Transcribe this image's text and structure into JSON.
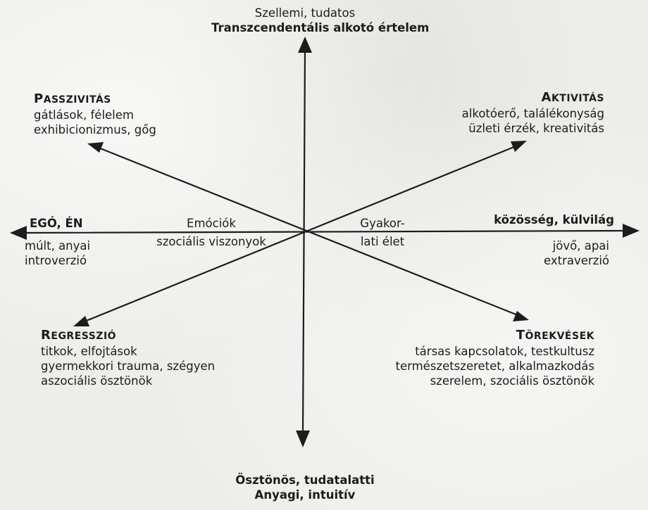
{
  "top": {
    "line1": "Szellemi, tudatos",
    "line2": "Transzcendentális alkotó értelem"
  },
  "bottom": {
    "line1": "Ösztönös, tudatalatti",
    "line2": "Anyagi, intuitív"
  },
  "left": {
    "title": "EGÓ, ÉN",
    "line1": "múlt, anyai",
    "line2": "introverzió"
  },
  "right": {
    "title": "közösség, külvilág",
    "line1": "jövő, apai",
    "line2": "extraverzió"
  },
  "center_left": {
    "line1": "Emóciók",
    "line2": "szociális viszonyok"
  },
  "center_right": {
    "line1": "Gyakor-",
    "line2": "lati élet"
  },
  "passivity": {
    "title_cap": "P",
    "title_rest": "ASSZIVITÁS",
    "line1": "gátlások, félelem",
    "line2": "exhibicionizmus, gőg"
  },
  "activity": {
    "title_cap": "A",
    "title_rest": "KTIVITÁS",
    "line1": "alkotóerő, találékonyság",
    "line2": "üzleti érzék, kreativitás"
  },
  "regression": {
    "title_cap": "R",
    "title_rest": "EGRESSZIÓ",
    "line1": "titkok, elfojtások",
    "line2": "gyermekkori trauma, szégyen",
    "line3": "aszociális ösztönök"
  },
  "strivings": {
    "title_cap": "T",
    "title_rest": "ÖREKVÉSEK",
    "line1": "társas kapcsolatok, testkultusz",
    "line2": "természetszeretet, alkalmazkodás",
    "line3": "szerelem, szociális ösztönök"
  },
  "colors": {
    "ink": "#1c1c1c",
    "paper": "#ededea"
  }
}
